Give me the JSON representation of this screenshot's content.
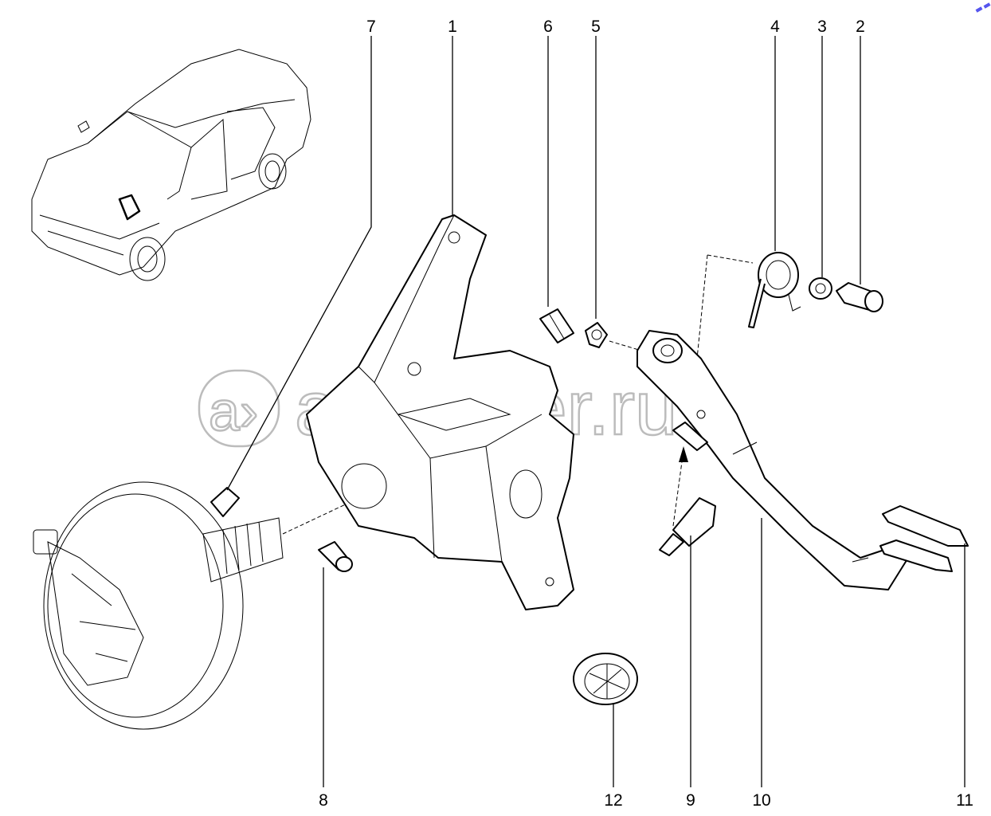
{
  "diagram": {
    "title": "Brake pedal assembly exploded view",
    "watermark": "autopiter.ru",
    "callouts": {
      "n1": "1",
      "n2": "2",
      "n3": "3",
      "n4": "4",
      "n5": "5",
      "n6": "6",
      "n7": "7",
      "n8": "8",
      "n9": "9",
      "n10": "10",
      "n11": "11",
      "n12": "12"
    }
  }
}
